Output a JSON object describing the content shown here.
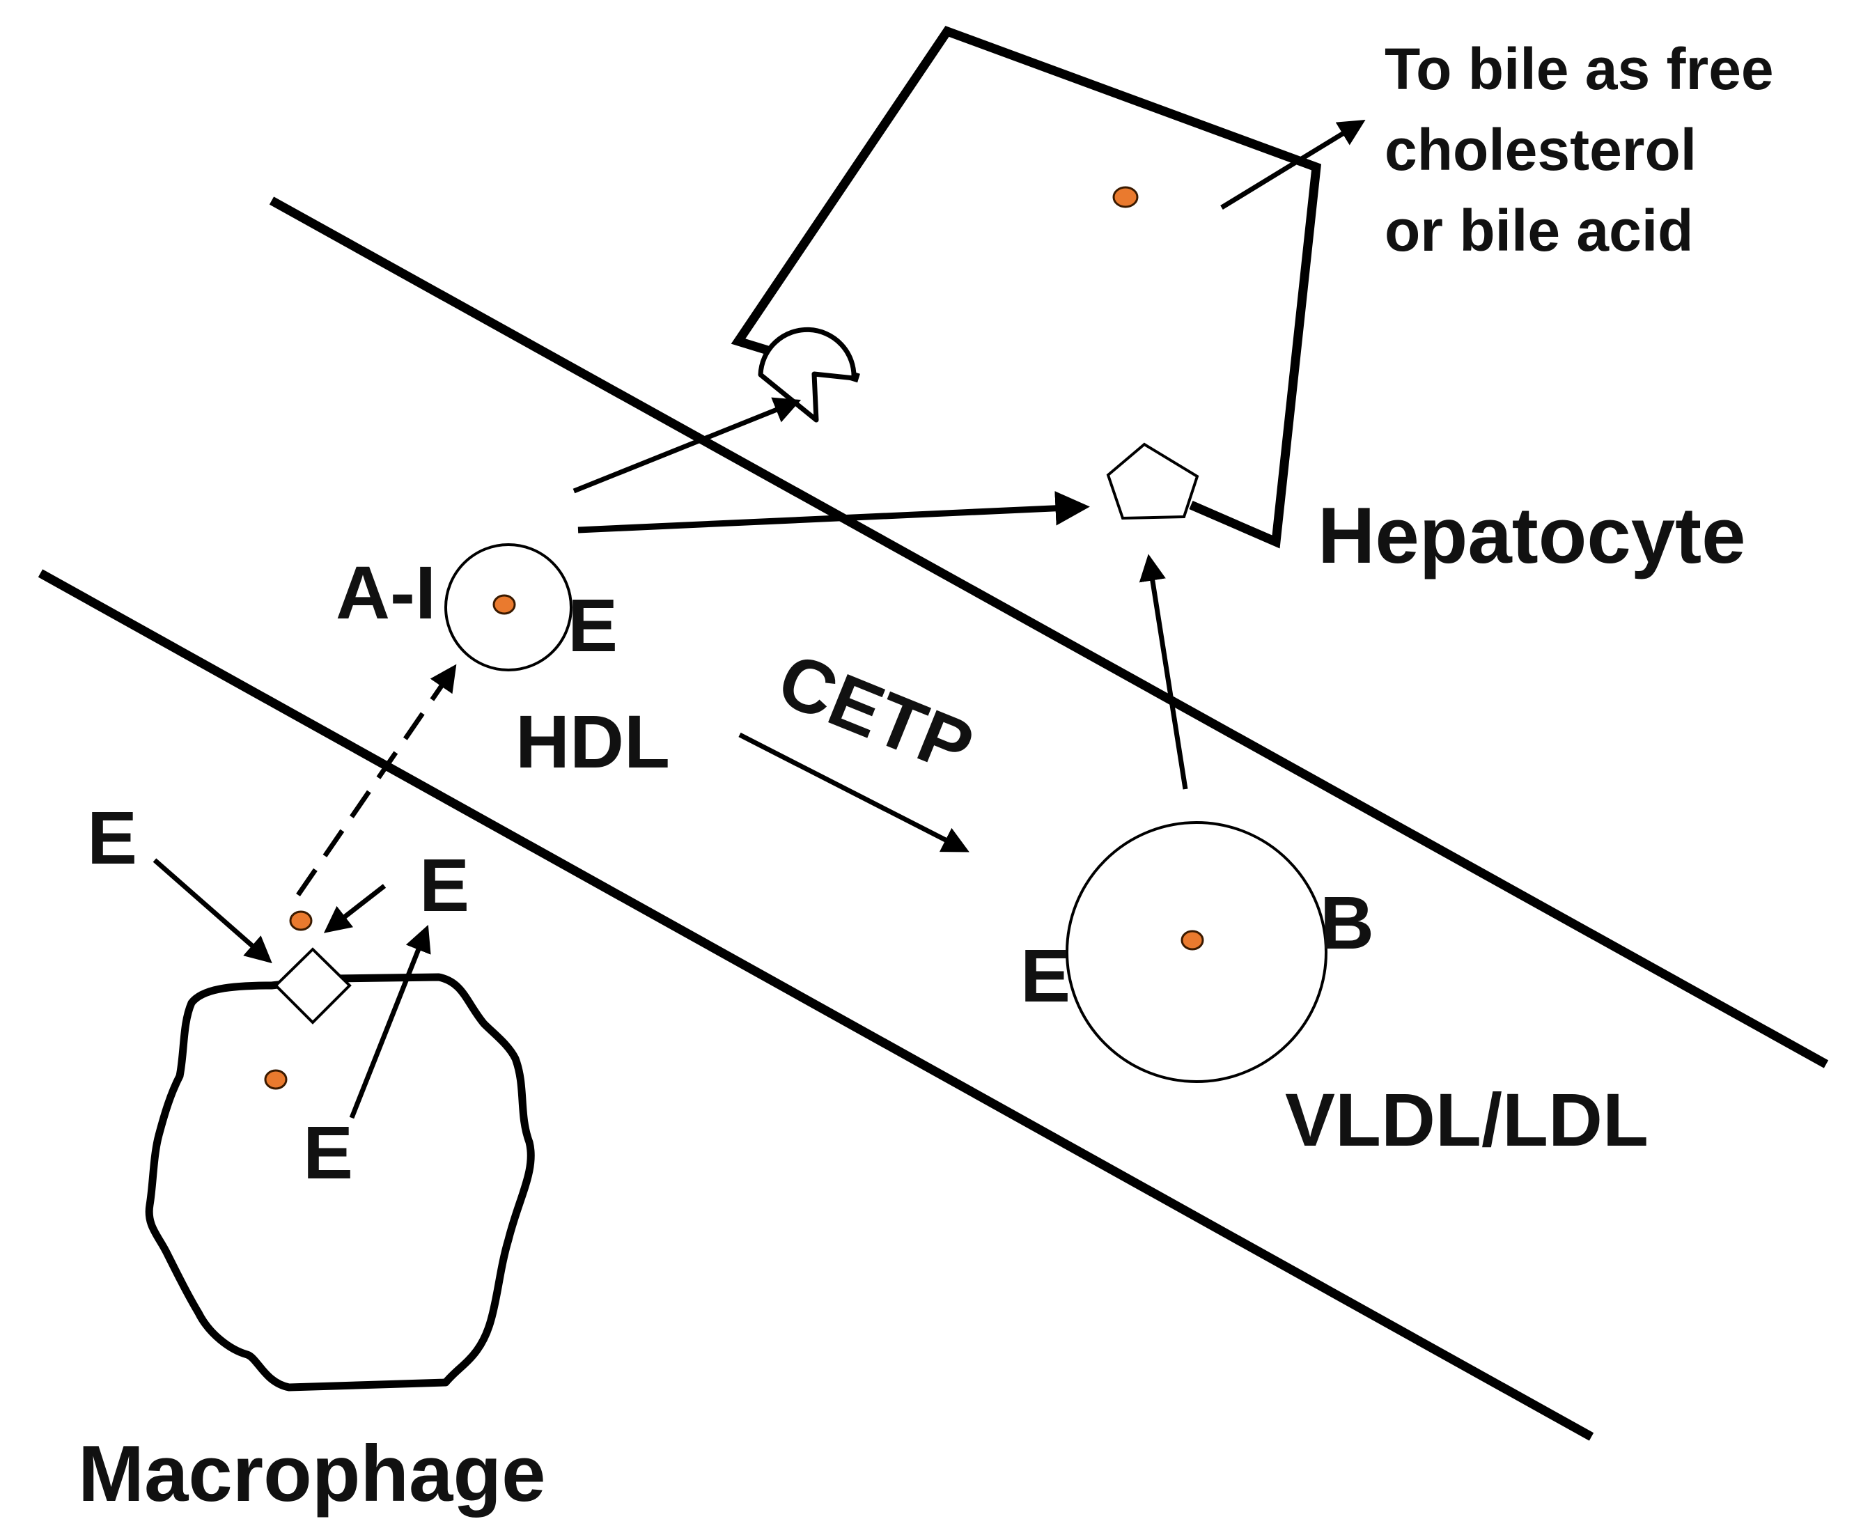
{
  "labels": {
    "bile_line1": "To bile as free",
    "bile_line2": "cholesterol",
    "bile_line3": "or bile acid",
    "hepatocyte": "Hepatocyte",
    "hdl_apo_ai": "A-I",
    "hdl_apo_e": "E",
    "hdl": "HDL",
    "cetp": "CETP",
    "e_upper_left": "E",
    "e_upper_right": "E",
    "e_inside": "E",
    "vldl_apo_e": "E",
    "vldl_apo_b": "B",
    "vldl_ldl": "VLDL/LDL",
    "macrophage": "Macrophage"
  },
  "colors": {
    "line": "#000000",
    "cholesterol_dot": "#ea7a2e",
    "background": "#ffffff"
  },
  "icons": {
    "sr_b1_receptor": "pacman-receptor-icon",
    "ldl_receptor": "pentagon-receptor-icon",
    "abc_transporter": "diamond-transporter-icon"
  }
}
